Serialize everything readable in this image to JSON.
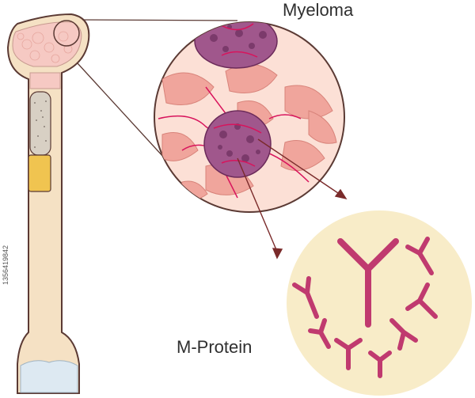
{
  "labels": {
    "myeloma": "Myeloma",
    "m_protein": "M-Protein",
    "stock_id": "1356419842"
  },
  "colors": {
    "outline": "#5b3a34",
    "bone_fill": "#f5e1c4",
    "spongy_bone": "#f6c9c3",
    "marrow_fill": "#fde3d6",
    "myeloma_cell": "#a0578c",
    "blood_vessel": "#d8145c",
    "antibody": "#c03a6f",
    "protein_bg": "#f8ecc8",
    "arrow": "#7a2a2a"
  },
  "icons": [
    "bone-illustration",
    "magnified-marrow-circle",
    "myeloma-cell",
    "antibody-icon",
    "arrow-icon"
  ]
}
